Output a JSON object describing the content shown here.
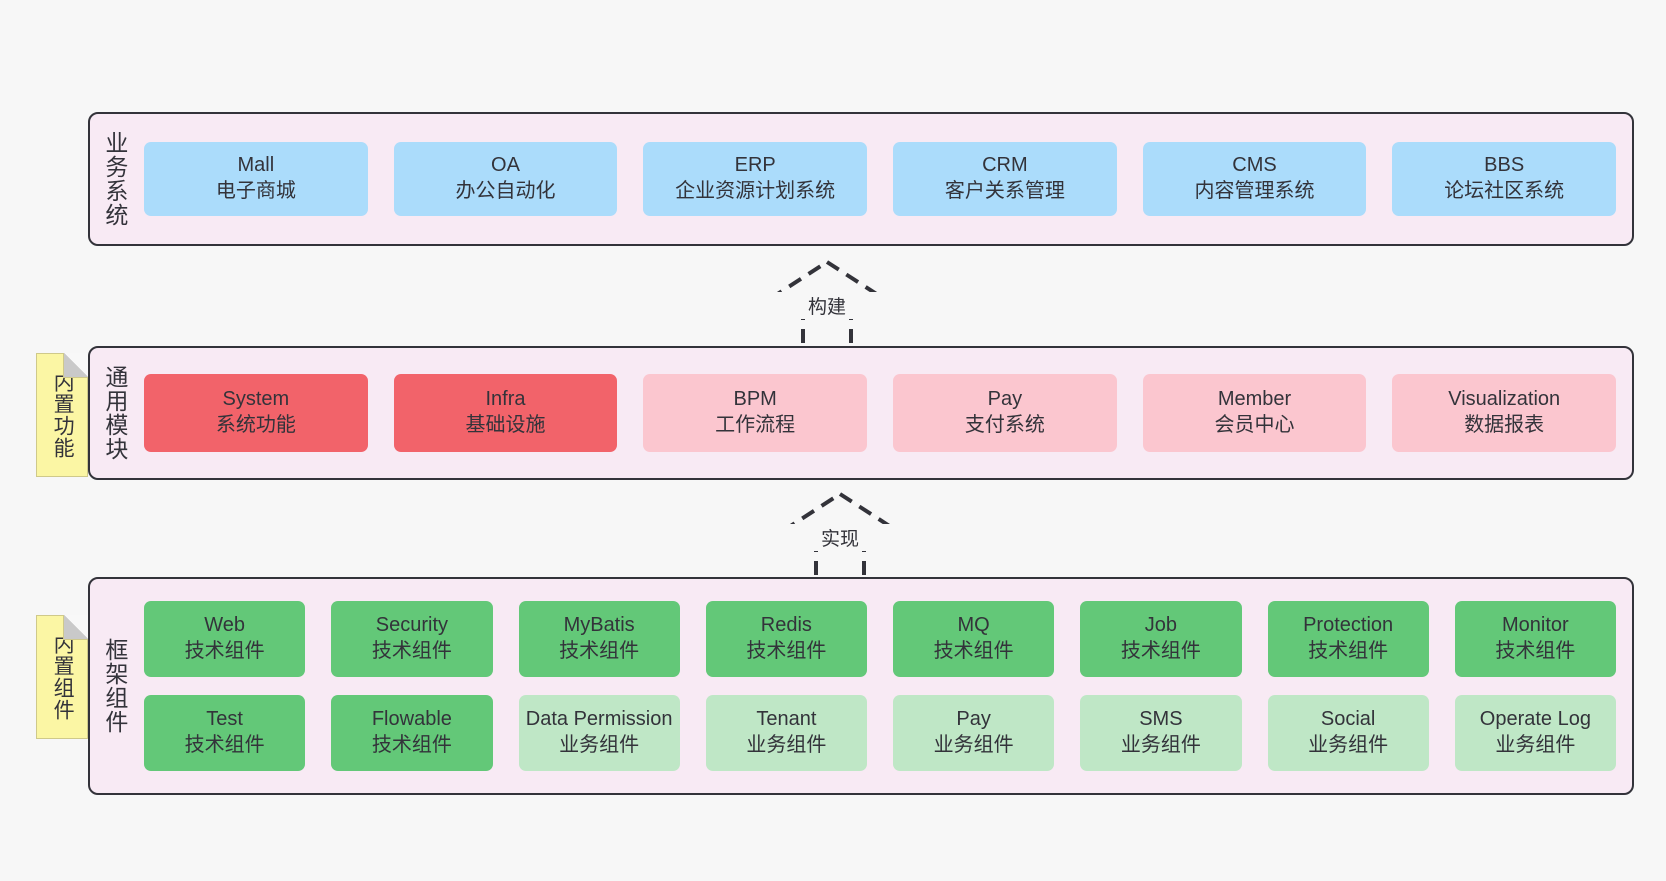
{
  "diagram": {
    "title_layers": [
      "业务系统",
      "通用模块",
      "框架组件"
    ],
    "notes": [
      {
        "text": "内置功能"
      },
      {
        "text": "内置组件"
      }
    ],
    "connectors": [
      {
        "label": "构建",
        "style": "dashed-hollow-triangle",
        "direction": "up"
      },
      {
        "label": "实现",
        "style": "dashed-hollow-triangle",
        "direction": "up"
      }
    ]
  },
  "colors": {
    "band_background": "#f8eaf4",
    "band_border": "#33333a",
    "blue": "#abdcfb",
    "red": "#f2636a",
    "pink": "#fbc6cf",
    "green": "#63c878",
    "light_green": "#bfe7c6",
    "note_yellow": "#fbf6a4",
    "page_background": "#f7f7f7"
  },
  "business_layer": {
    "label": "业务系统",
    "items": [
      {
        "en": "Mall",
        "cn": "电子商城",
        "color": "blue"
      },
      {
        "en": "OA",
        "cn": "办公自动化",
        "color": "blue"
      },
      {
        "en": "ERP",
        "cn": "企业资源计划系统",
        "color": "blue"
      },
      {
        "en": "CRM",
        "cn": "客户关系管理",
        "color": "blue"
      },
      {
        "en": "CMS",
        "cn": "内容管理系统",
        "color": "blue"
      },
      {
        "en": "BBS",
        "cn": "论坛社区系统",
        "color": "blue"
      }
    ]
  },
  "common_layer": {
    "label": "通用模块",
    "items": [
      {
        "en": "System",
        "cn": "系统功能",
        "color": "red"
      },
      {
        "en": "Infra",
        "cn": "基础设施",
        "color": "red"
      },
      {
        "en": "BPM",
        "cn": "工作流程",
        "color": "pink"
      },
      {
        "en": "Pay",
        "cn": "支付系统",
        "color": "pink"
      },
      {
        "en": "Member",
        "cn": "会员中心",
        "color": "pink"
      },
      {
        "en": "Visualization",
        "cn": "数据报表",
        "color": "pink"
      }
    ]
  },
  "framework_layer": {
    "label": "框架组件",
    "rows": [
      [
        {
          "en": "Web",
          "cn": "技术组件",
          "color": "green"
        },
        {
          "en": "Security",
          "cn": "技术组件",
          "color": "green"
        },
        {
          "en": "MyBatis",
          "cn": "技术组件",
          "color": "green"
        },
        {
          "en": "Redis",
          "cn": "技术组件",
          "color": "green"
        },
        {
          "en": "MQ",
          "cn": "技术组件",
          "color": "green"
        },
        {
          "en": "Job",
          "cn": "技术组件",
          "color": "green"
        },
        {
          "en": "Protection",
          "cn": "技术组件",
          "color": "green"
        },
        {
          "en": "Monitor",
          "cn": "技术组件",
          "color": "green"
        }
      ],
      [
        {
          "en": "Test",
          "cn": "技术组件",
          "color": "green"
        },
        {
          "en": "Flowable",
          "cn": "技术组件",
          "color": "green"
        },
        {
          "en": "Data Permission",
          "cn": "业务组件",
          "color": "lgreen"
        },
        {
          "en": "Tenant",
          "cn": "业务组件",
          "color": "lgreen"
        },
        {
          "en": "Pay",
          "cn": "业务组件",
          "color": "lgreen"
        },
        {
          "en": "SMS",
          "cn": "业务组件",
          "color": "lgreen"
        },
        {
          "en": "Social",
          "cn": "业务组件",
          "color": "lgreen"
        },
        {
          "en": "Operate Log",
          "cn": "业务组件",
          "color": "lgreen"
        }
      ]
    ]
  }
}
